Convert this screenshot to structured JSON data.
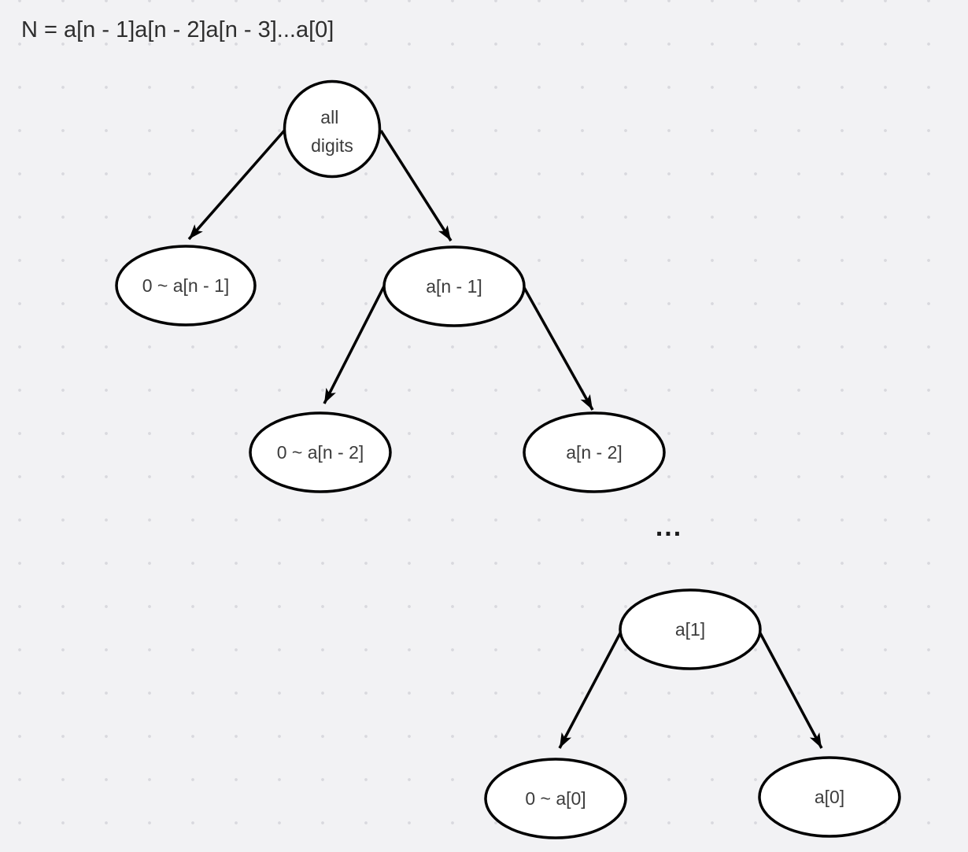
{
  "title": {
    "text": "N = a[n - 1]a[n - 2]a[n - 3]...a[0]"
  },
  "colors": {
    "background": "#f2f2f4",
    "grid_dot": "#d9d9de",
    "node_fill": "#ffffff",
    "node_stroke": "#000000",
    "edge_stroke": "#000000",
    "node_text": "#3c3c3c",
    "title_text": "#2e2e2e",
    "ellipsis_text": "#1a1a1a"
  },
  "diagram": {
    "ellipsis": {
      "text": "..."
    },
    "nodes": {
      "root": {
        "label_line1": "all",
        "label_line2": "digits"
      },
      "range_n1": {
        "label": "0 ~ a[n - 1]"
      },
      "fixed_n1": {
        "label": "a[n - 1]"
      },
      "range_n2": {
        "label": "0 ~ a[n - 2]"
      },
      "fixed_n2": {
        "label": "a[n - 2]"
      },
      "fixed_1": {
        "label": "a[1]"
      },
      "range_0": {
        "label": "0 ~ a[0]"
      },
      "fixed_0": {
        "label": "a[0]"
      }
    },
    "edges": [
      {
        "from": "root",
        "to": "range_n1"
      },
      {
        "from": "root",
        "to": "fixed_n1"
      },
      {
        "from": "fixed_n1",
        "to": "range_n2"
      },
      {
        "from": "fixed_n1",
        "to": "fixed_n2"
      },
      {
        "from": "fixed_1",
        "to": "range_0"
      },
      {
        "from": "fixed_1",
        "to": "fixed_0"
      }
    ]
  }
}
